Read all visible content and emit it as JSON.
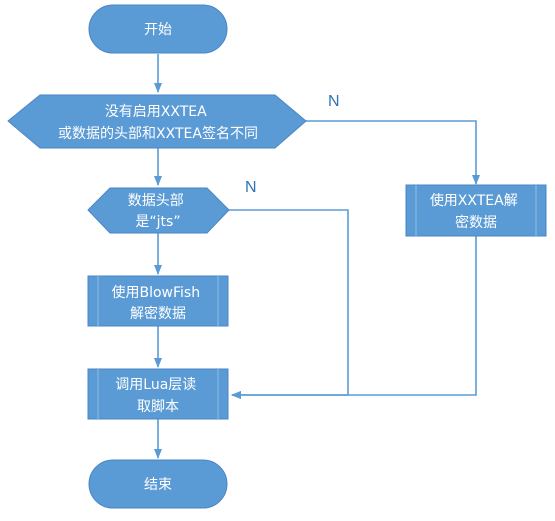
{
  "colors": {
    "fill": "#5b9bd5",
    "fill_light": "#6fa8dc",
    "stroke": "#4a86c5",
    "arrow": "#5b9bd5",
    "text": "#ffffff",
    "branch_label": "#2e75b6"
  },
  "nodes": {
    "start": {
      "lines": [
        "开始"
      ]
    },
    "decision1": {
      "lines": [
        "没有启用XXTEA",
        "或数据的头部和XXTEA签名不同"
      ]
    },
    "decision2": {
      "lines": [
        "数据头部",
        "是“jts”"
      ]
    },
    "decrypt_xxtea": {
      "lines": [
        "使用XXTEA解",
        "密数据"
      ]
    },
    "decrypt_blowfish": {
      "lines": [
        "使用BlowFish",
        "解密数据"
      ]
    },
    "lua_read": {
      "lines": [
        "调用Lua层读",
        "取脚本"
      ]
    },
    "end": {
      "lines": [
        "结束"
      ]
    }
  },
  "edges": {
    "no_label_1": "N",
    "no_label_2": "N"
  }
}
